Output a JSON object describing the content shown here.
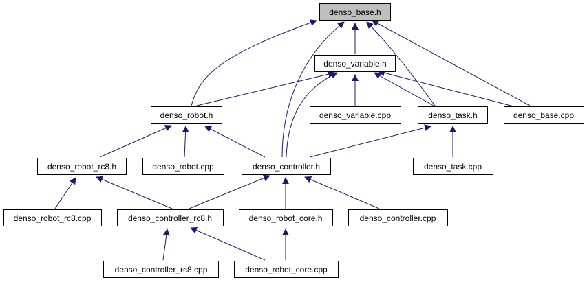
{
  "colors": {
    "edge": "#191970",
    "node_border": "#000000",
    "node_fill": "#ffffff",
    "root_fill": "#bfbfbf"
  },
  "nodes": {
    "base_h": "denso_base.h",
    "variable_h": "denso_variable.h",
    "robot_h": "denso_robot.h",
    "variable_cpp": "denso_variable.cpp",
    "task_h": "denso_task.h",
    "base_cpp": "denso_base.cpp",
    "robot_rc8_h": "denso_robot_rc8.h",
    "robot_cpp": "denso_robot.cpp",
    "controller_h": "denso_controller.h",
    "task_cpp": "denso_task.cpp",
    "robot_rc8_cpp": "denso_robot_rc8.cpp",
    "controller_rc8_h": "denso_controller_rc8.h",
    "robot_core_h": "denso_robot_core.h",
    "controller_cpp": "denso_controller.cpp",
    "controller_rc8_cpp": "denso_controller_rc8.cpp",
    "robot_core_cpp": "denso_robot_core.cpp"
  }
}
